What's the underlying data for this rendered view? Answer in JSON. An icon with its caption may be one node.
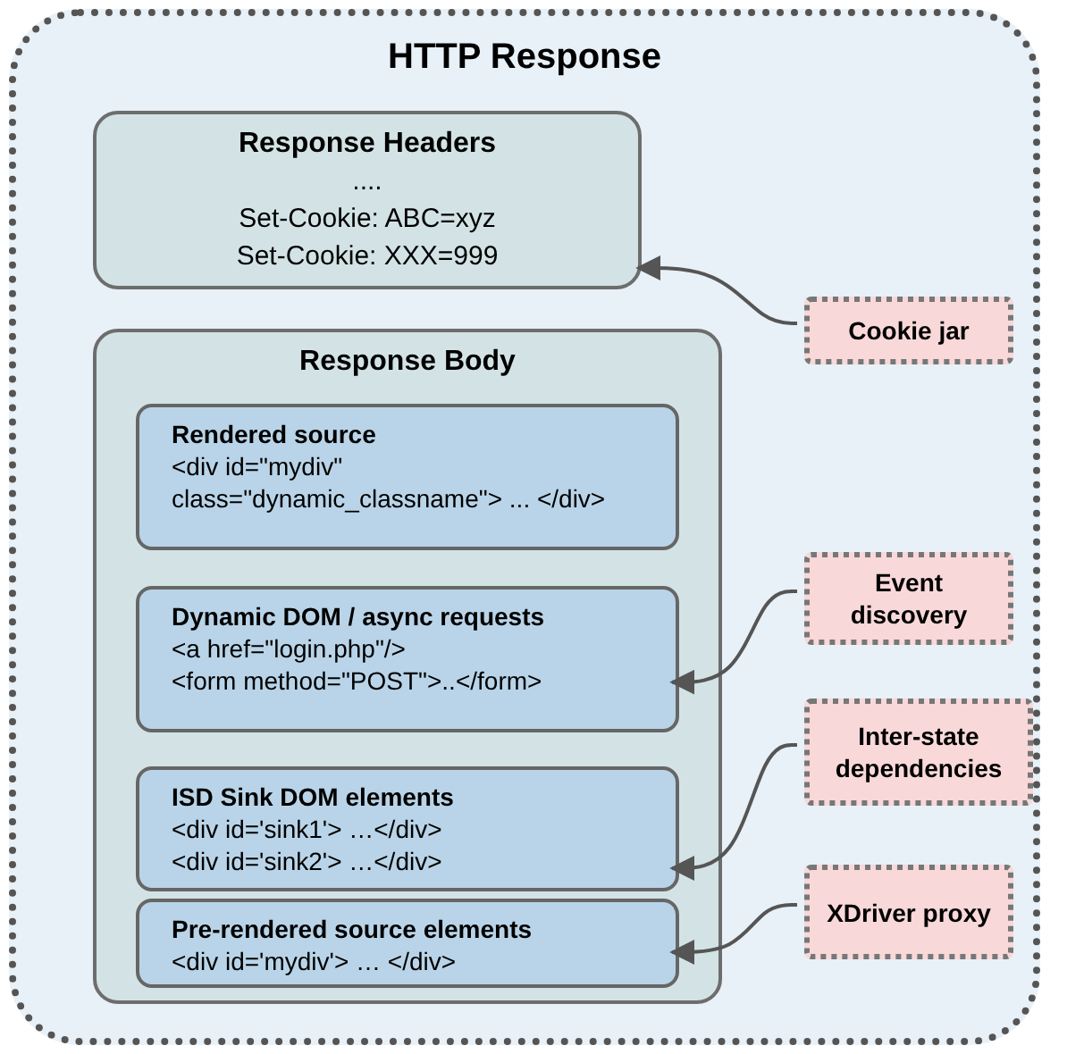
{
  "diagram": {
    "nodes": [
      {
        "text": [
          "HTTP Response"
        ]
      },
      {
        "text": [
          "Response Headers",
          "....",
          "Set-Cookie: ABC=xyz",
          "Set-Cookie: XXX=999"
        ],
        "in": 0
      },
      {
        "text": [
          "Response Body"
        ],
        "in": 0
      },
      {
        "text": [
          "Rendered source",
          "<div id=\"mydiv\" class=\"dynamic_classname\"> ... </div>"
        ],
        "in": 2
      },
      {
        "text": [
          "Dynamic DOM / async requests",
          "<a href=\"login.php\"/>",
          "<form method=\"POST\">..</form>"
        ],
        "in": 2
      },
      {
        "text": [
          "ISD Sink DOM elements",
          "<div id='sink1'> …</div>",
          "<div id='sink2'> …</div>"
        ],
        "in": 2
      },
      {
        "text": [
          "Pre-rendered source elements",
          "<div id='mydiv'> … </div>"
        ],
        "in": 2
      },
      {
        "text": [
          "Cookie jar"
        ],
        "in": 0
      },
      {
        "text": [
          "Event discovery"
        ],
        "in": 0
      },
      {
        "text": [
          "Inter-state dependencies"
        ],
        "in": 0
      },
      {
        "text": [
          "XDriver proxy"
        ],
        "in": 0
      }
    ],
    "edges": [
      {
        "from": 7,
        "to": 1,
        "arrow": "to"
      },
      {
        "from": 8,
        "to": 4,
        "arrow": "to"
      },
      {
        "from": 9,
        "to": 5,
        "arrow": "to"
      },
      {
        "from": 10,
        "to": 6,
        "arrow": "to"
      }
    ]
  }
}
